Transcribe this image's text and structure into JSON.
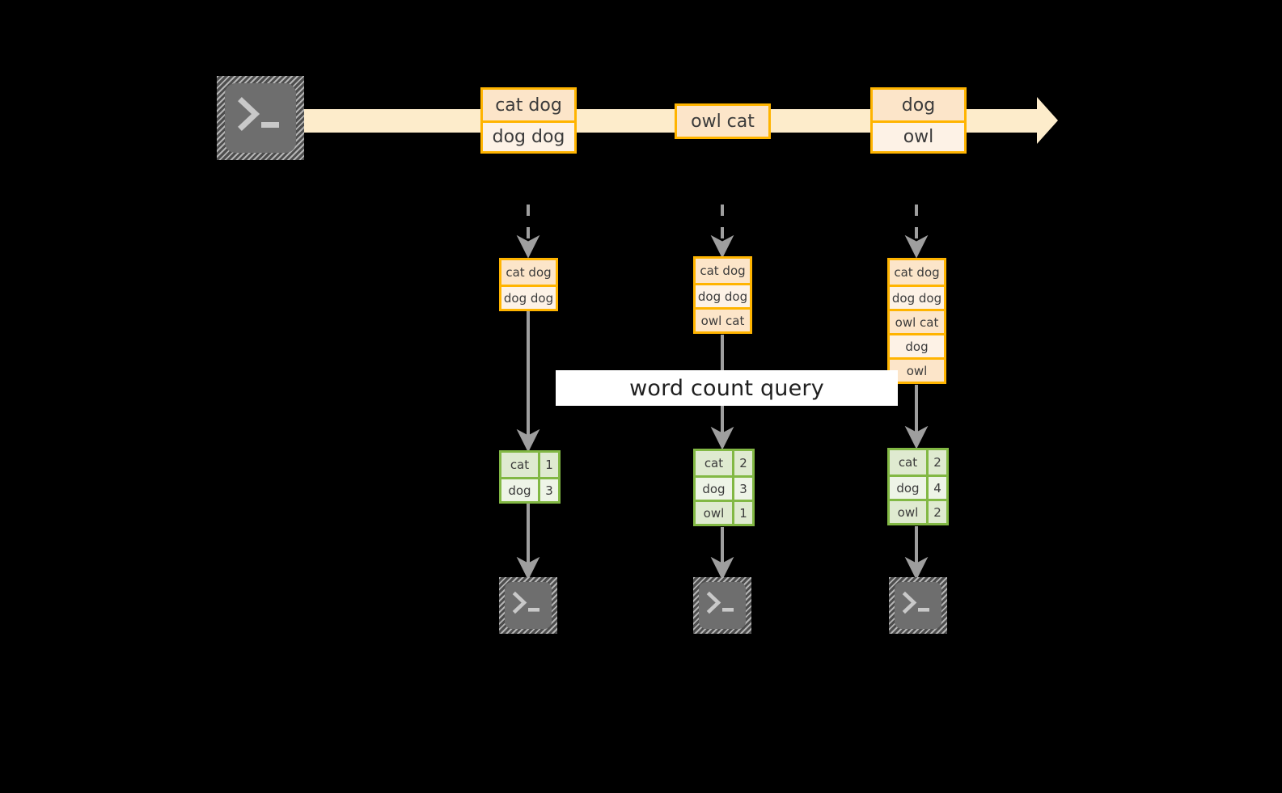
{
  "diagram": {
    "title": "word count query stream processing diagram",
    "colors": {
      "background": "#000000",
      "stream_band": "#fdeccb",
      "event_border": "#ffb400",
      "event_fill_odd": "#fce5c9",
      "event_fill_even": "#fdf2e6",
      "table_border": "#82b844",
      "table_fill_odd": "#dfead0",
      "table_fill_even": "#eef4e7",
      "arrow": "#9e9e9e",
      "icon_body": "#6e6e6e",
      "plate_fill": "#ffffff",
      "text": "#3b3b3b"
    }
  },
  "source": {
    "icon": "terminal-icon",
    "label": ""
  },
  "stream": {
    "name": "event-stream-arrow",
    "events": [
      {
        "id": "event-group-1",
        "lines": [
          "cat dog",
          "dog dog"
        ]
      },
      {
        "id": "event-group-2",
        "lines": [
          "owl cat"
        ]
      },
      {
        "id": "event-group-3",
        "lines": [
          "dog",
          "owl"
        ]
      }
    ]
  },
  "query": {
    "label": "word count query"
  },
  "snapshots": [
    {
      "id": "snapshot-1",
      "input_rows": [
        "cat dog",
        "dog dog"
      ],
      "result": {
        "rows": [
          {
            "word": "cat",
            "count": "1"
          },
          {
            "word": "dog",
            "count": "3"
          }
        ]
      },
      "sink_icon": "terminal-icon"
    },
    {
      "id": "snapshot-2",
      "input_rows": [
        "cat dog",
        "dog dog",
        "owl cat"
      ],
      "result": {
        "rows": [
          {
            "word": "cat",
            "count": "2"
          },
          {
            "word": "dog",
            "count": "3"
          },
          {
            "word": "owl",
            "count": "1"
          }
        ]
      },
      "sink_icon": "terminal-icon"
    },
    {
      "id": "snapshot-3",
      "input_rows": [
        "cat dog",
        "dog dog",
        "owl cat",
        "dog",
        "owl"
      ],
      "result": {
        "rows": [
          {
            "word": "cat",
            "count": "2"
          },
          {
            "word": "dog",
            "count": "4"
          },
          {
            "word": "owl",
            "count": "2"
          }
        ]
      },
      "sink_icon": "terminal-icon"
    }
  ]
}
